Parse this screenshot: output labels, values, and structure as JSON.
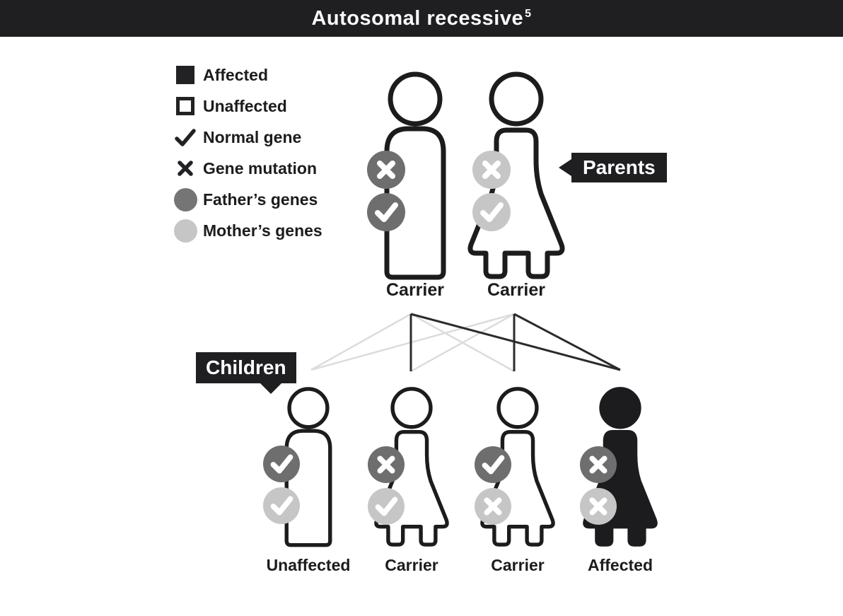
{
  "title": {
    "text": "Autosomal recessive",
    "superscript": "5"
  },
  "colors": {
    "ink": "#1f1f21",
    "father_gene": "#6e6e6e",
    "mother_gene": "#c6c6c6",
    "normal_gene_line": "#dcdcdc",
    "mutation_gene_line": "#2b2b2d"
  },
  "legend": {
    "items": [
      {
        "icon": "affected-square",
        "label": "Affected"
      },
      {
        "icon": "unaffected-square",
        "label": "Unaffected"
      },
      {
        "icon": "check",
        "label": "Normal gene"
      },
      {
        "icon": "cross",
        "label": "Gene mutation"
      },
      {
        "icon": "father-circle",
        "label": "Father’s genes"
      },
      {
        "icon": "mother-circle",
        "label": "Mother’s genes"
      }
    ]
  },
  "tags": {
    "parents": "Parents",
    "children": "Children"
  },
  "parents": [
    {
      "role": "father",
      "sex": "male",
      "silhouette": "outline",
      "status": "Carrier",
      "badges": [
        {
          "tone": "father",
          "glyph": "cross"
        },
        {
          "tone": "father",
          "glyph": "check"
        }
      ]
    },
    {
      "role": "mother",
      "sex": "female",
      "silhouette": "outline",
      "status": "Carrier",
      "badges": [
        {
          "tone": "mother",
          "glyph": "cross"
        },
        {
          "tone": "mother",
          "glyph": "check"
        }
      ]
    }
  ],
  "children": [
    {
      "sex": "male",
      "silhouette": "outline",
      "status": "Unaffected",
      "badges": [
        {
          "tone": "father",
          "glyph": "check"
        },
        {
          "tone": "mother",
          "glyph": "check"
        }
      ]
    },
    {
      "sex": "female",
      "silhouette": "outline",
      "status": "Carrier",
      "badges": [
        {
          "tone": "father",
          "glyph": "cross"
        },
        {
          "tone": "mother",
          "glyph": "check"
        }
      ]
    },
    {
      "sex": "female",
      "silhouette": "outline",
      "status": "Carrier",
      "badges": [
        {
          "tone": "father",
          "glyph": "check"
        },
        {
          "tone": "mother",
          "glyph": "cross"
        }
      ]
    },
    {
      "sex": "female",
      "silhouette": "solid",
      "status": "Affected",
      "badges": [
        {
          "tone": "father",
          "glyph": "cross"
        },
        {
          "tone": "mother",
          "glyph": "cross"
        }
      ]
    }
  ],
  "inheritance_lines": [
    {
      "from": "father",
      "to": "child-1",
      "gene": "normal"
    },
    {
      "from": "mother",
      "to": "child-1",
      "gene": "normal"
    },
    {
      "from": "father",
      "to": "child-2",
      "gene": "mutation"
    },
    {
      "from": "mother",
      "to": "child-2",
      "gene": "normal"
    },
    {
      "from": "father",
      "to": "child-3",
      "gene": "normal"
    },
    {
      "from": "mother",
      "to": "child-3",
      "gene": "mutation"
    },
    {
      "from": "father",
      "to": "child-4",
      "gene": "mutation"
    },
    {
      "from": "mother",
      "to": "child-4",
      "gene": "mutation"
    }
  ]
}
